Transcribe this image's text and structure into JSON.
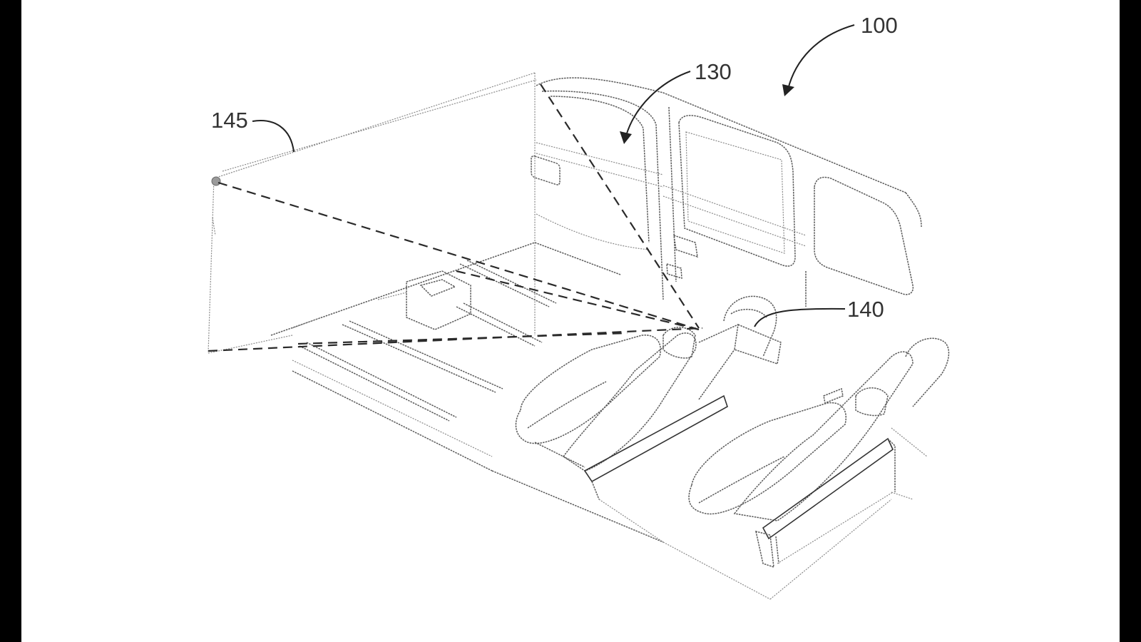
{
  "figure": {
    "background_color": "#ffffff",
    "frame_color": "#000000",
    "line_color": "#333333",
    "reference_numerals": {
      "vehicle": "100",
      "interior": "130",
      "projector": "145",
      "seat_unit": "140"
    }
  }
}
